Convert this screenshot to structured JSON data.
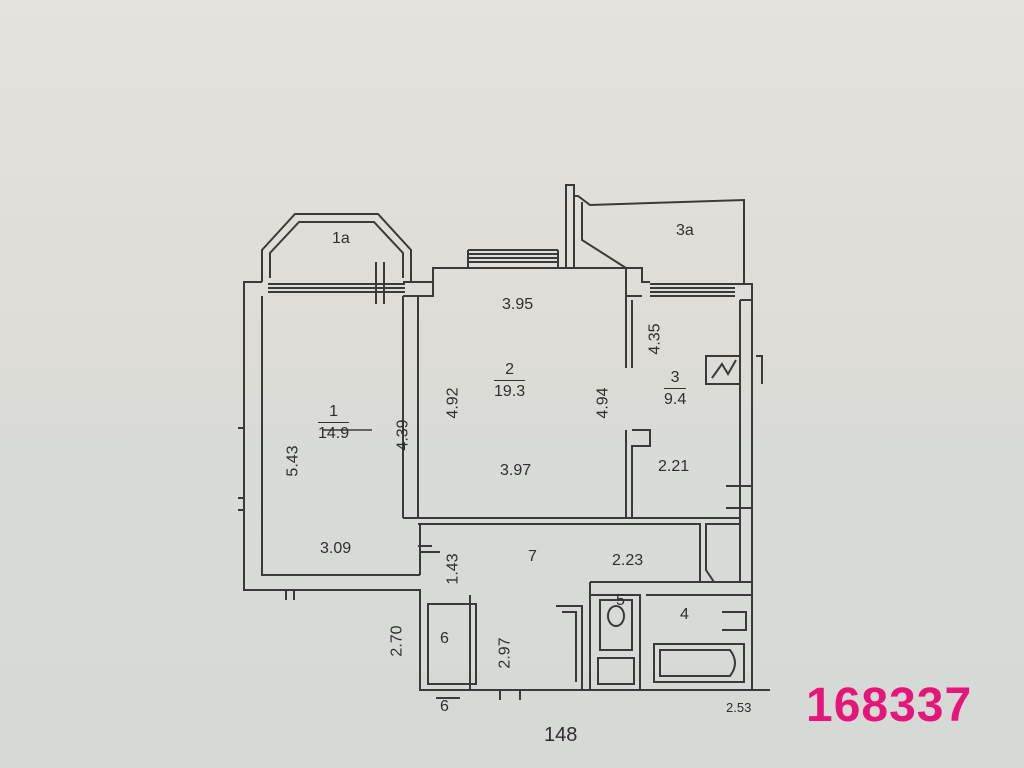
{
  "plan": {
    "rooms": [
      {
        "id": "1",
        "area": "14.9"
      },
      {
        "id": "2",
        "area": "19.3"
      },
      {
        "id": "3",
        "area": "9.4"
      }
    ],
    "room_numbers": {
      "r1a": "1а",
      "r3a": "3а",
      "r4": "4",
      "r5": "5",
      "r6": "6",
      "r7": "7"
    },
    "dimensions": {
      "d_3_95": "3.95",
      "d_4_35": "4.35",
      "d_4_92": "4.92",
      "d_4_94": "4.94",
      "d_4_39": "4.39",
      "d_5_43": "5.43",
      "d_3_97": "3.97",
      "d_2_21": "2.21",
      "d_3_09": "3.09",
      "d_1_43": "1.43",
      "d_2_23": "2.23",
      "d_2_97": "2.97",
      "d_2_70": "2.70"
    },
    "bottom_fragments": {
      "left": "6",
      "right": "2.53"
    },
    "page_number": "148"
  },
  "watermark": "168337"
}
